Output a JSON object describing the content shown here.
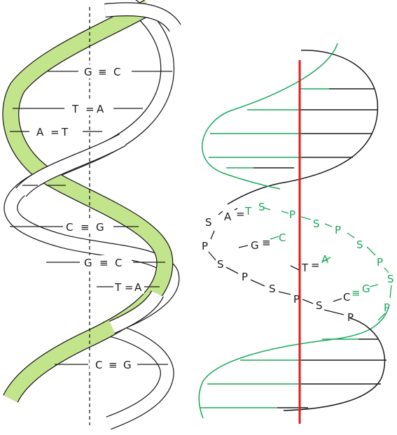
{
  "colors": {
    "ribbon_fill": "#c2e58c",
    "strand_green": "#17a85a",
    "axis_red": "#e01c1c",
    "ink": "#1a1a1a"
  },
  "left_pairs": [
    {
      "id": "gc1",
      "left": "G",
      "bond": "≡",
      "right": "C"
    },
    {
      "id": "ta1",
      "left": "T",
      "bond": "=",
      "right": "A"
    },
    {
      "id": "at1",
      "left": "A",
      "bond": "=",
      "right": "T"
    },
    {
      "id": "cg1",
      "left": "C",
      "bond": "≡",
      "right": "G"
    },
    {
      "id": "gc2",
      "left": "G",
      "bond": "≡",
      "right": "C"
    },
    {
      "id": "ta2",
      "left": "T",
      "bond": "=",
      "right": "A"
    },
    {
      "id": "cg2",
      "left": "C",
      "bond": "≡",
      "right": "G"
    }
  ],
  "backbone": {
    "sugar": "S",
    "phosphate": "P"
  },
  "right_pairs": [
    {
      "id": "at",
      "left": "A",
      "bond": "=",
      "right": "T"
    },
    {
      "id": "gc",
      "left": "G",
      "bond": "≡",
      "right": "C"
    },
    {
      "id": "ta",
      "left": "T",
      "bond": "=",
      "right": "A"
    },
    {
      "id": "cg",
      "left": "C",
      "bond": "≡",
      "right": "G"
    }
  ]
}
